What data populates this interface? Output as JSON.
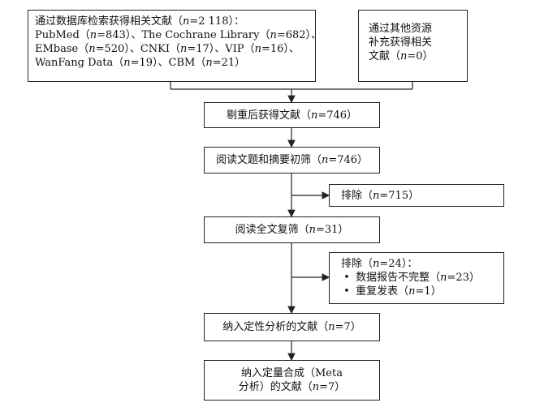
{
  "sources": {
    "databases": {
      "lines": [
        "通过数据库检索获得相关文献（n=2 118）：",
        "PubMed（n=843）、The Cochrane Library（n=682）、",
        "EMbase（n=520）、CNKI（n=17）、VIP（n=16）、",
        "WanFang Data（n=19）、CBM（n=21）"
      ]
    },
    "other": {
      "lines": [
        "通过其他资源",
        "补充获得相关",
        "文献（n=0）"
      ]
    }
  },
  "steps": [
    {
      "id": "dedup",
      "text": "剔重后获得文献（n=746）"
    },
    {
      "id": "title-abstract",
      "text": "阅读文题和摘要初筛（n=746）"
    },
    {
      "id": "fulltext",
      "text": "阅读全文复筛（n=31）"
    },
    {
      "id": "qualitative",
      "text": "纳入定性分析的文献（n=7）"
    },
    {
      "id": "quantitative",
      "lines": [
        "纳入定量合成（Meta",
        "分析）的文献（n=7）"
      ]
    }
  ],
  "exclusions": {
    "first": {
      "text": "排除（n=715）"
    },
    "second": {
      "title": "排除（n=24）：",
      "bullet_char": "•",
      "items": [
        "数据报告不完整（n=23）",
        "重复发表（n=1）"
      ]
    }
  }
}
